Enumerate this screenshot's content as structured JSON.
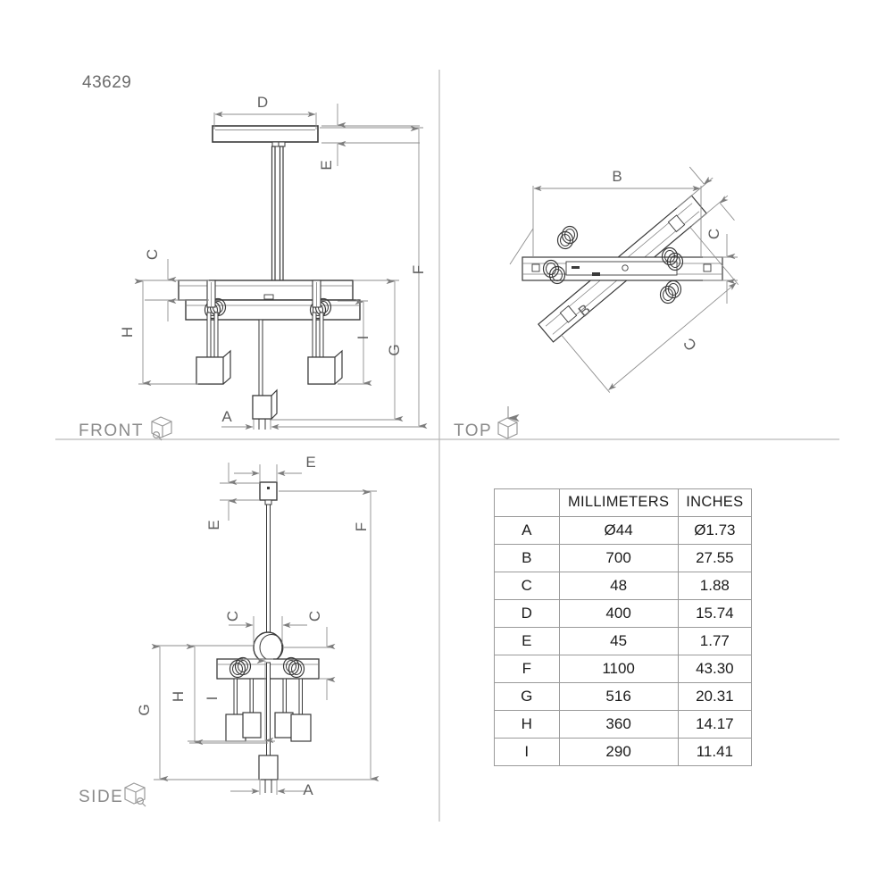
{
  "part_number": "43629",
  "views": [
    {
      "key": "front",
      "label": "FRONT",
      "icon": "cube-front-icon"
    },
    {
      "key": "top",
      "label": "TOP",
      "icon": "cube-top-icon"
    },
    {
      "key": "side",
      "label": "SIDE",
      "icon": "cube-side-icon"
    }
  ],
  "dimension_table": {
    "headers": [
      "",
      "MILLIMETERS",
      "INCHES"
    ],
    "rows": [
      {
        "key": "A",
        "mm": "Ø44",
        "in": "Ø1.73"
      },
      {
        "key": "B",
        "mm": "700",
        "in": "27.55"
      },
      {
        "key": "C",
        "mm": "48",
        "in": "1.88"
      },
      {
        "key": "D",
        "mm": "400",
        "in": "15.74"
      },
      {
        "key": "E",
        "mm": "45",
        "in": "1.77"
      },
      {
        "key": "F",
        "mm": "1100",
        "in": "43.30"
      },
      {
        "key": "G",
        "mm": "516",
        "in": "20.31"
      },
      {
        "key": "H",
        "mm": "360",
        "in": "14.17"
      },
      {
        "key": "I",
        "mm": "290",
        "in": "11.41"
      }
    ]
  },
  "callouts": {
    "front": [
      "D",
      "E",
      "C",
      "H",
      "F",
      "G",
      "I",
      "A"
    ],
    "top": [
      "B",
      "C",
      "B",
      "C"
    ],
    "side": [
      "E",
      "E",
      "C",
      "C",
      "F",
      "G",
      "H",
      "I",
      "A"
    ]
  },
  "colors": {
    "outline": "#3a3a3a",
    "dimension_line": "#8e8e8e",
    "divider": "#b9b9b9",
    "text": "#5a5a5a",
    "table_text": "#1b1b1b",
    "table_border": "#9a9a9a",
    "background": "#ffffff"
  }
}
